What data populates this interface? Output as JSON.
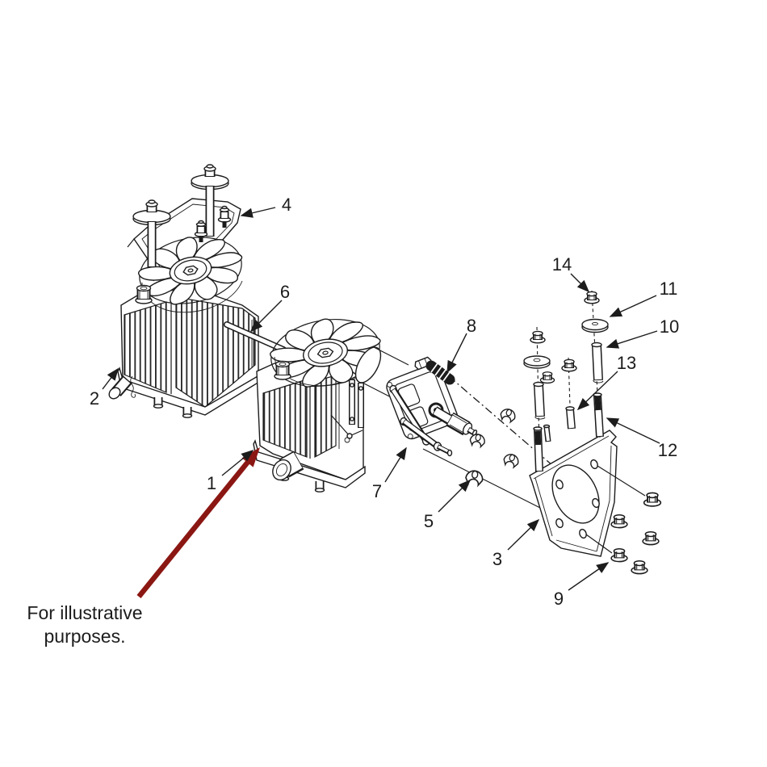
{
  "figure": {
    "type": "exploded-parts-diagram",
    "note": {
      "line1": "For illustrative",
      "line2": "purposes."
    },
    "colors": {
      "background": "#ffffff",
      "line": "#1c1c1c",
      "red_arrow": "#8b1713"
    },
    "callouts": [
      {
        "number": "1",
        "target": "center-transaxle"
      },
      {
        "number": "2",
        "target": "left-transaxle"
      },
      {
        "number": "3",
        "target": "mounting-plate"
      },
      {
        "number": "4",
        "target": "upper-bracket"
      },
      {
        "number": "5",
        "target": "clamp"
      },
      {
        "number": "6",
        "target": "rod"
      },
      {
        "number": "7",
        "target": "pump-assembly"
      },
      {
        "number": "8",
        "target": "spring"
      },
      {
        "number": "9",
        "target": "flange-nut"
      },
      {
        "number": "10",
        "target": "spacer-tube"
      },
      {
        "number": "11",
        "target": "washer"
      },
      {
        "number": "12",
        "target": "stud"
      },
      {
        "number": "13",
        "target": "small-spacer"
      },
      {
        "number": "14",
        "target": "flange-nut-top"
      }
    ]
  }
}
